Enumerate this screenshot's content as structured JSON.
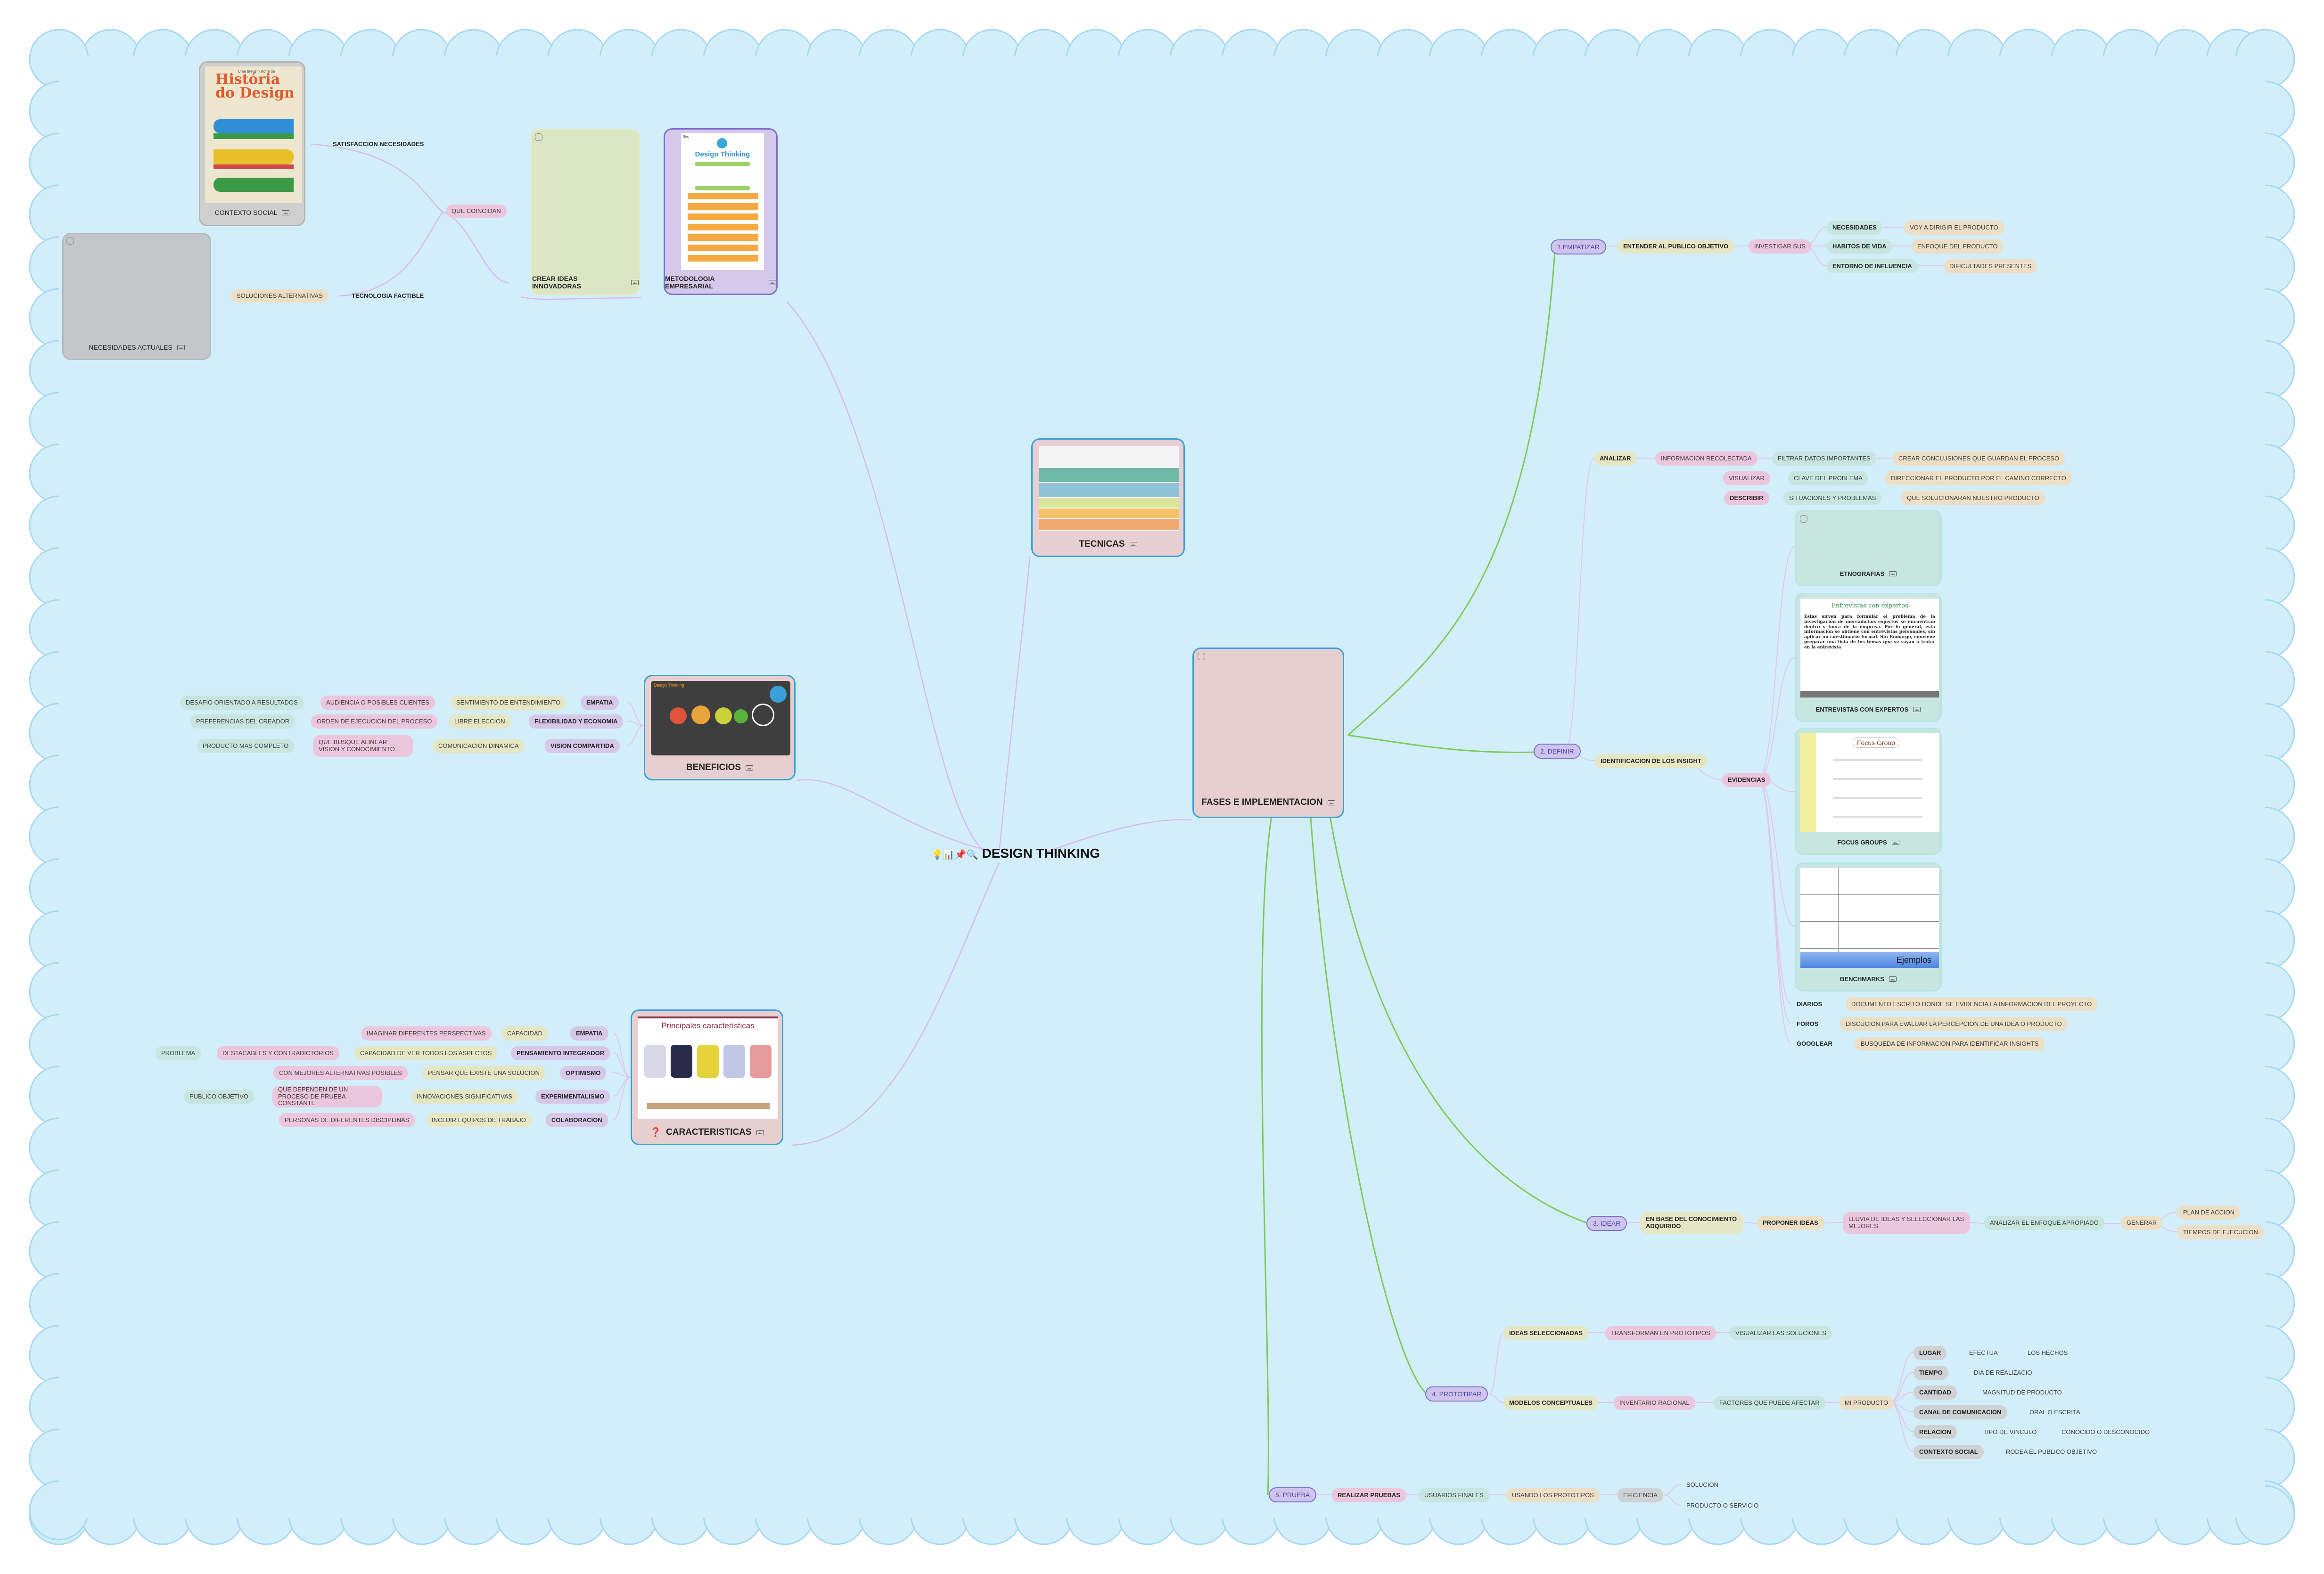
{
  "colors": {
    "background": "#d3eefb",
    "border": "#a6d8f0",
    "phase_border": "#7a6fd0",
    "link_green": "#7cc95a",
    "link_purple": "#c9a6e8"
  },
  "center": {
    "title": "DESIGN THINKING",
    "emoji": "💡📊📌🔍"
  },
  "cards": {
    "historia": {
      "label": "CONTEXTO SOCIAL",
      "image_title": "História do Design",
      "image_super": "Uma breve história da"
    },
    "necesidades": {
      "label": "NECESIDADES ACTUALES"
    },
    "crear": {
      "label": "CREAR IDEAS INNOVADORAS"
    },
    "metodologia": {
      "label": "METODOLOGIA EMPRESARIAL",
      "image_title": "Design Thinking",
      "image_tag": "Sinc"
    },
    "tecnicas": {
      "label": "TECNICAS"
    },
    "fases": {
      "label": "FASES E IMPLEMENTACION"
    },
    "beneficios": {
      "label": "BENEFICIOS",
      "image_title": "Design Thinking"
    },
    "caracteristicas": {
      "label": "CARACTERISTICAS",
      "icon": "❓",
      "image_title": "Principales características"
    },
    "etnografias": {
      "label": "ETNOGRAFIAS"
    },
    "entrevistas": {
      "label": "ENTREVISTAS CON EXPERTOS",
      "image_title": "Entrevistas con expertos",
      "image_text": "Estas sirven para formular el problema de la investigación de mercado.Los expertos se encuentran dentro y fuera de la empresa. Por lo general, esta información se obtiene con entrevistas personales, sin aplicar un cuestionario formal. Sin Embargo, conviene preparar una lista de los temas que se vayan a tratar en la entrevista"
    },
    "focus": {
      "label": "FOCUS GROUPS",
      "image_title": "Focus Group"
    },
    "benchmarks": {
      "label": "BENCHMARKS",
      "image_title": "Ejemplos"
    }
  },
  "left": {
    "satisfaccion": "SATISFACCION NECESIDADES",
    "que_coincidan": "QUE COINCIDAN",
    "soluciones": "SOLUCIONES ALTERNATIVAS",
    "tecnologia": "TECNOLOGIA FACTIBLE",
    "beneficios": {
      "empatia": "EMPATIA",
      "sentimiento": "SENTIMIENTO DE ENTENDIMIENTO",
      "audiencia": "AUDIENCIA O  POSIBLES CLIENTES",
      "desafio": "DESAFIO ORIENTADO A RESULTADOS",
      "flexibilidad": "FLEXIBILIDAD Y ECONOMIA",
      "libre": "LIBRE ELECCION",
      "orden": "ORDEN DE EJECUCION DEL PROCESO",
      "preferencias": "PREFERENCIAS DEL CREADOR",
      "vision": "VISION COMPARTIDA",
      "comunicacion": "COMUNICACION DINAMICA",
      "que_busque": "QUE BUSQUE ALINEAR VISION Y CONOCIMIENTO",
      "producto": "PRODUCTO MAS COMPLETO"
    },
    "caracteristicas": {
      "empatia": "EMPATIA",
      "capacidad": "CAPACIDAD",
      "imaginar": "IMAGINAR DIFERENTES PERSPECTIVAS",
      "pensamiento": "PENSAMIENTO INTEGRADOR",
      "capacidad_ver": "CAPACIDAD DE VER TODOS LOS ASPECTOS",
      "destacables": "DESTACABLES Y CONTRADICTORIOS",
      "problema": "PROBLEMA",
      "optimismo": "OPTIMISMO",
      "pensar": "PENSAR QUE EXISTE UNA SOLUCION",
      "mejores": "CON MEJORES ALTERNATIVAS POSIBLES",
      "experimentalismo": "EXPERIMENTALISMO",
      "innovaciones": "INNOVACIONES SIGNIFICATIVAS",
      "que_dependen": "QUE DEPENDEN DE UN PROCESO DE PRUEBA CONSTANTE",
      "publico": "PUBLICO OBJETIVO",
      "colaboracion": "COLABORACION",
      "incluir": "INCLUIR EQUIPOS DE TRABAJO",
      "personas": "PERSONAS DE DIFERENTES DISCIPLINAS"
    }
  },
  "right": {
    "empatizar": {
      "phase": "1.EMPATIZAR",
      "entender": "ENTENDER AL PUBLICO OBJETIVO",
      "investigar": "INVESTIGAR SUS",
      "necesidades": "NECESIDADES",
      "voy": "VOY A DIRIGIR EL PRODUCTO",
      "habitos": "HABITOS  DE VIDA",
      "enfoque": "ENFOQUE DEL PRODUCTO",
      "entorno": "ENTORNO DE INFLUENCIA",
      "dificultades": "DIFICULTADES PRESENTES"
    },
    "definir": {
      "phase": "2. DEFINIR",
      "analizar": "ANALIZAR",
      "informacion": "INFORMACION RECOLECTADA",
      "filtrar": "FILTRAR DATOS IMPORTANTES",
      "crear_conclusiones": "CREAR CONCLUSIONES QUE GUARDAN EL PROCESO",
      "visualizar": "VISUALIZAR",
      "clave": "CLAVE DEL PROBLEMA",
      "direccionar": "DIRECCIONAR EL PRODUCTO POR EL CAMINO CORRECTO",
      "describir": "DESCRIBIR",
      "situaciones": "SITUACIONES Y PROBLEMAS",
      "que_solucionaran": "QUE SOLUCIONARAN NUESTRO PRODUCTO",
      "identificacion": "IDENTIFICACION DE LOS INSIGHT",
      "evidencias": "EVIDENCIAS",
      "diarios": "DIARIOS",
      "diarios_desc": "DOCUMENTO ESCRITO DONDE SE EVIDENCIA LA INFORMACION DEL PROYECTO",
      "foros": "FOROS",
      "foros_desc": "DISCUCION PARA EVALUAR LA PERCEPCION DE UNA IDEA O PRODUCTO",
      "googlear": "GOOGLEAR",
      "googlear_desc": "BUSQUEDA DE INFORMACION PARA IDENTIFICAR INSIGHTS"
    },
    "idear": {
      "phase": "3. IDEAR",
      "en_base": "EN BASE DEL CONOCIMIENTO ADQUIRIDO",
      "proponer": "PROPONER IDEAS",
      "lluvia": "LLUVIA DE IDEAS Y SELECCIONAR LAS MEJORES",
      "analizar": "ANALIZAR EL ENFOQUE APROPIADO",
      "generar": "GENERAR",
      "plan": "PLAN DE ACCION",
      "tiempos": "TIEMPOS DE EJECUCION"
    },
    "prototipar": {
      "phase": "4. PROTOTIPAR",
      "ideas": "IDEAS SELECCIONADAS",
      "transforman": "TRANSFORMAN EN PROTOTIPOS",
      "visualizar": "VISUALIZAR LAS SOLUCIONES",
      "modelos": "MODELOS CONCEPTUALES",
      "inventario": "INVENTARIO RACIONAL",
      "factores": "FACTORES QUE PUEDE AFECTAR",
      "mi_producto": "MI PRODUCTO",
      "lugar": "LUGAR",
      "efectua": "EFECTUA",
      "los_hechos": "LOS HECHOS",
      "tiempo": "TIEMPO",
      "dia": "DIA DE REALIZACIO",
      "cantidad": "CANTIDAD",
      "magnitud": "MAGNITUD  DE  PRODUCTO",
      "canal": "CANAL DE COMUNICACION",
      "oral": "ORAL O ESCRITA",
      "relacion": "RELACION",
      "tipo": "TIPO DE VINCULO",
      "conocido": "CONOCIDO O DESCONOCIDO",
      "contexto": "CONTEXTO SOCIAL",
      "rodea": "RODEA EL PUBLICO OBJETIVO"
    },
    "prueba": {
      "phase": "5. PRUEBA",
      "realizar": "REALIZAR PRUEBAS",
      "usuarios": "USUARIOS FINALES",
      "usando": "USANDO LOS PROTOTIPOS",
      "eficiencia": "EFICIENCIA",
      "solucion": "SOLUCION",
      "producto": "PRODUCTO O SERVICIO"
    }
  }
}
